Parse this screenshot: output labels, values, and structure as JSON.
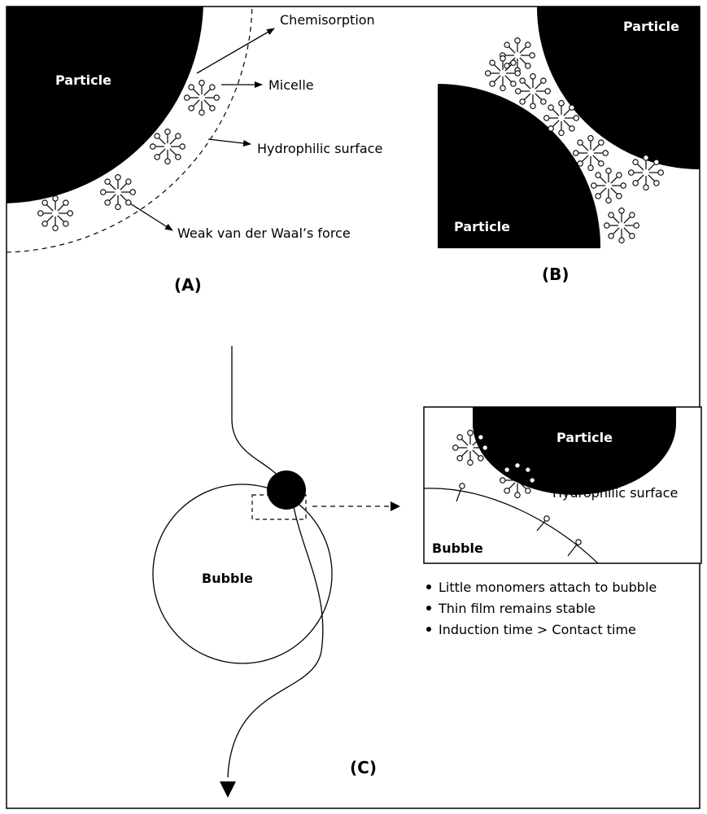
{
  "panel_a": {
    "caption": "(A)",
    "particle_label": "Particle",
    "labels": {
      "chemisorption": "Chemisorption",
      "micelle": "Micelle",
      "hydrophilic_surface": "Hydrophilic surface",
      "van_der_waals": "Weak van der Waal’s force"
    }
  },
  "panel_b": {
    "caption": "(B)",
    "particle_top_label": "Particle",
    "particle_bottom_label": "Particle"
  },
  "panel_c": {
    "caption": "(C)",
    "bubble_label": "Bubble",
    "inset": {
      "particle_label": "Particle",
      "hydrophilic_label": "Hydrophilic surface",
      "bubble_label": "Bubble"
    },
    "bullets": [
      "Little monomers attach to bubble",
      "Thin film remains stable",
      "Induction time > Contact time"
    ]
  }
}
